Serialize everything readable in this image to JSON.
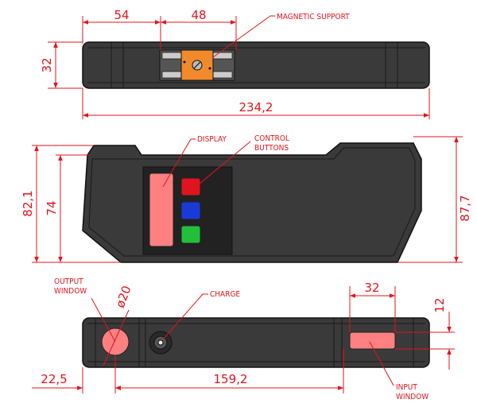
{
  "dimensions": {
    "top_left_offset": "54",
    "support_width": "48",
    "height_top": "32",
    "total_length": "234,2",
    "front_height_left": "82,1",
    "front_height_inner": "74",
    "front_height_right": "87,7",
    "window_diameter": "ø20",
    "input_window_width": "32",
    "input_window_height": "12",
    "output_offset": "22,5",
    "output_to_input": "159,2"
  },
  "labels": {
    "magnetic_support": "MAGNETIC SUPPORT",
    "display": "DISPLAY",
    "control_buttons_1": "CONTROL",
    "control_buttons_2": "BUTTONS",
    "output_window_1": "OUTPUT",
    "output_window_2": "WINDOW",
    "charge": "CHARGE",
    "input_window_1": "INPUT",
    "input_window_2": "WINDOW"
  },
  "colors": {
    "dimension": "#e0141c",
    "device_body": "#3a3a3a",
    "magnetic_support": "#f08a2a",
    "display": "#ff8080",
    "button_red": "#e0141c",
    "button_blue": "#1a3ad8",
    "button_green": "#22c03a",
    "input_window": "#ff8080"
  }
}
